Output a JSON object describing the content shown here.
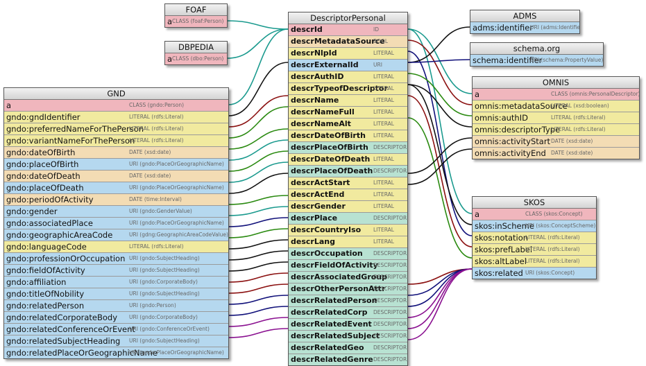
{
  "colors": {
    "class": "#f0b6bd",
    "literal": "#f1ea9f",
    "date": "#f3dcb4",
    "uri": "#b5d8ef",
    "descriptor": "#b8e2d2",
    "bool": "#f3dcb4",
    "id": "#f0b6bd",
    "link_teal": "#1a9a8e",
    "link_black": "#111111",
    "link_darkred": "#8b1010",
    "link_navy": "#10107a",
    "link_green": "#2a8a10",
    "link_purple": "#8a1090"
  },
  "entities": [
    {
      "key": "foaf",
      "title": "FOAF",
      "rows": [
        {
          "name": "a",
          "type": "CLASS (foaf:Person)",
          "kind": "class"
        }
      ]
    },
    {
      "key": "dbpedia",
      "title": "DBPEDIA",
      "rows": [
        {
          "name": "a",
          "type": "CLASS (dbo:Person)",
          "kind": "class"
        }
      ]
    },
    {
      "key": "gnd",
      "title": "GND",
      "rows": [
        {
          "name": "a",
          "type": "CLASS (gndo:Person)",
          "kind": "class"
        },
        {
          "name": "gndo:gndIdentifier",
          "type": "LITERAL (rdfs:Literal)",
          "kind": "literal"
        },
        {
          "name": "gndo:preferredNameForThePerson",
          "type": "LITERAL (rdfs:Literal)",
          "kind": "literal"
        },
        {
          "name": "gndo:variantNameForThePerson",
          "type": "LITERAL (rdfs:Literal)",
          "kind": "literal"
        },
        {
          "name": "gndo:dateOfBirth",
          "type": "DATE (xsd:date)",
          "kind": "date"
        },
        {
          "name": "gndo:placeOfBirth",
          "type": "URI (gndo:PlaceOrGeographicName)",
          "kind": "uri"
        },
        {
          "name": "gndo:dateOfDeath",
          "type": "DATE (xsd:date)",
          "kind": "date"
        },
        {
          "name": "gndo:placeOfDeath",
          "type": "URI (gndo:PlaceOrGeographicName)",
          "kind": "uri"
        },
        {
          "name": "gndo:periodOfActivity",
          "type": "DATE (time:Interval)",
          "kind": "date"
        },
        {
          "name": "gndo:gender",
          "type": "URI (gndo:GenderValue)",
          "kind": "uri"
        },
        {
          "name": "gndo:associatedPlace",
          "type": "URI (gndo:PlaceOrGeographicName)",
          "kind": "uri"
        },
        {
          "name": "gndo:geographicAreaCode",
          "type": "URI (gdng:GeographicAreaCodeValue)",
          "kind": "uri"
        },
        {
          "name": "gndo:languageCode",
          "type": "LITERAL (rdfs:Literal)",
          "kind": "literal"
        },
        {
          "name": "gndo:professionOrOccupation",
          "type": "URI (gndo:SubjectHeading)",
          "kind": "uri"
        },
        {
          "name": "gndo:fieldOfActivity",
          "type": "URI (gndo:SubjectHeading)",
          "kind": "uri"
        },
        {
          "name": "gndo:affiliation",
          "type": "URI (gndo:CorporateBody)",
          "kind": "uri"
        },
        {
          "name": "gndo:titleOfNobility",
          "type": "URI (gndo:SubjectHeading)",
          "kind": "uri"
        },
        {
          "name": "gndo:relatedPerson",
          "type": "URI (gndo:Person)",
          "kind": "uri"
        },
        {
          "name": "gndo:relatedCorporateBody",
          "type": "URI (gndo:CorporateBody)",
          "kind": "uri"
        },
        {
          "name": "gndo:relatedConferenceOrEvent",
          "type": "URI (gndo:ConferenceOrEvent)",
          "kind": "uri"
        },
        {
          "name": "gndo:relatedSubjectHeading",
          "type": "URI (gndo:SubjectHeading)",
          "kind": "uri"
        },
        {
          "name": "gndo:relatedPlaceOrGeographicName",
          "type": "URI (gndo:PlaceOrGeographicName)",
          "kind": "uri"
        }
      ]
    },
    {
      "key": "descriptor",
      "title": "DescriptorPersonal",
      "rows": [
        {
          "name": "descrId",
          "type": "ID",
          "kind": "id"
        },
        {
          "name": "descrMetadataSource",
          "type": "BOOL",
          "kind": "bool"
        },
        {
          "name": "descrNlpId",
          "type": "LITERAL",
          "kind": "literal"
        },
        {
          "name": "descrExternalId",
          "type": "URI",
          "kind": "uri"
        },
        {
          "name": "descrAuthID",
          "type": "LITERAL",
          "kind": "literal"
        },
        {
          "name": "descrTypeofDescriptor",
          "type": "LITERAL",
          "kind": "literal"
        },
        {
          "name": "descrName",
          "type": "LITERAL",
          "kind": "literal"
        },
        {
          "name": "descrNameFull",
          "type": "LITERAL",
          "kind": "literal"
        },
        {
          "name": "descrNameAlt",
          "type": "LITERAL",
          "kind": "literal"
        },
        {
          "name": "descrDateOfBirth",
          "type": "LITERAL",
          "kind": "literal"
        },
        {
          "name": "descrPlaceOfBirth",
          "type": "DESCRIPTOR",
          "kind": "descriptor"
        },
        {
          "name": "descrDateOfDeath",
          "type": "LITERAL",
          "kind": "literal"
        },
        {
          "name": "descrPlaceOfDeath",
          "type": "DESCRIPTOR",
          "kind": "descriptor"
        },
        {
          "name": "descrActStart",
          "type": "LITERAL",
          "kind": "literal"
        },
        {
          "name": "descrActEnd",
          "type": "LITERAL",
          "kind": "literal"
        },
        {
          "name": "descrGender",
          "type": "LITERAL",
          "kind": "literal"
        },
        {
          "name": "descrPlace",
          "type": "DESCRIPTOR",
          "kind": "descriptor"
        },
        {
          "name": "descrCountryIso",
          "type": "LITERAL",
          "kind": "literal"
        },
        {
          "name": "descrLang",
          "type": "LITERAL",
          "kind": "literal"
        },
        {
          "name": "descrOccupation",
          "type": "DESCRIPTOR",
          "kind": "descriptor"
        },
        {
          "name": "descrFieldOfActivity",
          "type": "DESCRIPTOR",
          "kind": "descriptor"
        },
        {
          "name": "descrAssociatedGroup",
          "type": "DESCRIPTOR",
          "kind": "descriptor"
        },
        {
          "name": "descrOtherPersonAttr",
          "type": "DESCRIPTOR",
          "kind": "descriptor"
        },
        {
          "name": "descrRelatedPerson",
          "type": "DESCRIPTOR",
          "kind": "descriptor"
        },
        {
          "name": "descrRelatedCorp",
          "type": "DESCRIPTOR",
          "kind": "descriptor"
        },
        {
          "name": "descrRelatedEvent",
          "type": "DESCRIPTOR",
          "kind": "descriptor"
        },
        {
          "name": "descrRelatedSubject",
          "type": "DESCRIPTOR",
          "kind": "descriptor"
        },
        {
          "name": "descrRelatedGeo",
          "type": "DESCRIPTOR",
          "kind": "descriptor"
        },
        {
          "name": "descrRelatedGenre",
          "type": "DESCRIPTOR",
          "kind": "descriptor"
        }
      ]
    },
    {
      "key": "adms",
      "title": "ADMS",
      "rows": [
        {
          "name": "adms:identifier",
          "type": "URI (adms:Identifier)",
          "kind": "uri"
        }
      ]
    },
    {
      "key": "schema",
      "title": "schema.org",
      "rows": [
        {
          "name": "schema:identifier",
          "type": "URI (schema:PropertyValue)",
          "kind": "uri"
        }
      ]
    },
    {
      "key": "omnis",
      "title": "OMNIS",
      "rows": [
        {
          "name": "a",
          "type": "CLASS (omnis:PersonalDescriptor)",
          "kind": "class"
        },
        {
          "name": "omnis:metadataSource",
          "type": "LITERAL (xsd:boolean)",
          "kind": "literal"
        },
        {
          "name": "omnis:authID",
          "type": "LITERAL (rdfs:Literal)",
          "kind": "literal"
        },
        {
          "name": "omnis:descriptorType",
          "type": "LITERAL (rdfs:Literal)",
          "kind": "literal"
        },
        {
          "name": "omnis:activityStart",
          "type": "DATE (xsd:date)",
          "kind": "date"
        },
        {
          "name": "omnis:activityEnd",
          "type": "DATE (xsd:date)",
          "kind": "date"
        }
      ]
    },
    {
      "key": "skos",
      "title": "SKOS",
      "rows": [
        {
          "name": "a",
          "type": "CLASS (skos:Concept)",
          "kind": "class"
        },
        {
          "name": "skos:inScheme",
          "type": "URI (skos:ConceptScheme)",
          "kind": "uri"
        },
        {
          "name": "skos:notation",
          "type": "LITERAL (rdfs:Literal)",
          "kind": "literal"
        },
        {
          "name": "skos:prefLabel",
          "type": "LITERAL (rdfs:Literal)",
          "kind": "literal"
        },
        {
          "name": "skos:altLabel",
          "type": "LITERAL (rdfs:Literal)",
          "kind": "literal"
        },
        {
          "name": "skos:related",
          "type": "URI (skos:Concept)",
          "kind": "uri"
        }
      ]
    }
  ],
  "links": [
    {
      "from": [
        "descriptor",
        0
      ],
      "to": [
        "foaf",
        0
      ],
      "color": "link_teal"
    },
    {
      "from": [
        "descriptor",
        0
      ],
      "to": [
        "dbpedia",
        0
      ],
      "color": "link_teal"
    },
    {
      "from": [
        "descriptor",
        0
      ],
      "to": [
        "gnd",
        0
      ],
      "color": "link_teal"
    },
    {
      "from": [
        "descriptor",
        0
      ],
      "to": [
        "omnis",
        0
      ],
      "color": "link_teal"
    },
    {
      "from": [
        "descriptor",
        0
      ],
      "to": [
        "skos",
        0
      ],
      "color": "link_teal"
    },
    {
      "from": [
        "descriptor",
        1
      ],
      "to": [
        "omnis",
        1
      ],
      "color": "link_darkred"
    },
    {
      "from": [
        "descriptor",
        2
      ],
      "to": [
        "skos",
        2
      ],
      "color": "link_navy"
    },
    {
      "from": [
        "descriptor",
        3
      ],
      "to": [
        "adms",
        0
      ],
      "color": "link_black"
    },
    {
      "from": [
        "descriptor",
        3
      ],
      "to": [
        "schema",
        0
      ],
      "color": "link_navy"
    },
    {
      "from": [
        "descriptor",
        3
      ],
      "to": [
        "gnd",
        1
      ],
      "color": "link_black"
    },
    {
      "from": [
        "descriptor",
        4
      ],
      "to": [
        "omnis",
        2
      ],
      "color": "link_green"
    },
    {
      "from": [
        "descriptor",
        5
      ],
      "to": [
        "omnis",
        3
      ],
      "color": "link_black"
    },
    {
      "from": [
        "descriptor",
        5
      ],
      "to": [
        "skos",
        1
      ],
      "color": "link_black"
    },
    {
      "from": [
        "descriptor",
        6
      ],
      "to": [
        "gnd",
        2
      ],
      "color": "link_darkred"
    },
    {
      "from": [
        "descriptor",
        6
      ],
      "to": [
        "skos",
        3
      ],
      "color": "link_darkred"
    },
    {
      "from": [
        "descriptor",
        7
      ],
      "to": [
        "gnd",
        3
      ],
      "color": "link_green"
    },
    {
      "from": [
        "descriptor",
        8
      ],
      "to": [
        "skos",
        4
      ],
      "color": "link_green"
    },
    {
      "from": [
        "descriptor",
        9
      ],
      "to": [
        "gnd",
        4
      ],
      "color": "link_green"
    },
    {
      "from": [
        "descriptor",
        10
      ],
      "to": [
        "gnd",
        5
      ],
      "color": "link_teal"
    },
    {
      "from": [
        "descriptor",
        11
      ],
      "to": [
        "gnd",
        6
      ],
      "color": "link_green"
    },
    {
      "from": [
        "descriptor",
        12
      ],
      "to": [
        "gnd",
        7
      ],
      "color": "link_teal"
    },
    {
      "from": [
        "descriptor",
        13
      ],
      "to": [
        "omnis",
        4
      ],
      "color": "link_black"
    },
    {
      "from": [
        "descriptor",
        13
      ],
      "to": [
        "gnd",
        8
      ],
      "color": "link_black"
    },
    {
      "from": [
        "descriptor",
        14
      ],
      "to": [
        "omnis",
        5
      ],
      "color": "link_black"
    },
    {
      "from": [
        "descriptor",
        15
      ],
      "to": [
        "gnd",
        9
      ],
      "color": "link_green"
    },
    {
      "from": [
        "descriptor",
        16
      ],
      "to": [
        "gnd",
        10
      ],
      "color": "link_teal"
    },
    {
      "from": [
        "descriptor",
        17
      ],
      "to": [
        "gnd",
        11
      ],
      "color": "link_navy"
    },
    {
      "from": [
        "descriptor",
        18
      ],
      "to": [
        "gnd",
        12
      ],
      "color": "link_green"
    },
    {
      "from": [
        "descriptor",
        19
      ],
      "to": [
        "gnd",
        13
      ],
      "color": "link_black"
    },
    {
      "from": [
        "descriptor",
        20
      ],
      "to": [
        "gnd",
        14
      ],
      "color": "link_black"
    },
    {
      "from": [
        "descriptor",
        21
      ],
      "to": [
        "gnd",
        15
      ],
      "color": "link_black"
    },
    {
      "from": [
        "descriptor",
        22
      ],
      "to": [
        "gnd",
        16
      ],
      "color": "link_darkred"
    },
    {
      "from": [
        "descriptor",
        23
      ],
      "to": [
        "gnd",
        17
      ],
      "color": "link_darkred"
    },
    {
      "from": [
        "descriptor",
        23
      ],
      "to": [
        "skos",
        5
      ],
      "color": "link_darkred"
    },
    {
      "from": [
        "descriptor",
        24
      ],
      "to": [
        "gnd",
        18
      ],
      "color": "link_navy"
    },
    {
      "from": [
        "descriptor",
        24
      ],
      "to": [
        "skos",
        5
      ],
      "color": "link_navy"
    },
    {
      "from": [
        "descriptor",
        25
      ],
      "to": [
        "gnd",
        19
      ],
      "color": "link_navy"
    },
    {
      "from": [
        "descriptor",
        25
      ],
      "to": [
        "skos",
        5
      ],
      "color": "link_navy"
    },
    {
      "from": [
        "descriptor",
        26
      ],
      "to": [
        "gnd",
        20
      ],
      "color": "link_purple"
    },
    {
      "from": [
        "descriptor",
        26
      ],
      "to": [
        "skos",
        5
      ],
      "color": "link_purple"
    },
    {
      "from": [
        "descriptor",
        27
      ],
      "to": [
        "gnd",
        21
      ],
      "color": "link_purple"
    },
    {
      "from": [
        "descriptor",
        27
      ],
      "to": [
        "skos",
        5
      ],
      "color": "link_purple"
    },
    {
      "from": [
        "descriptor",
        28
      ],
      "to": [
        "skos",
        5
      ],
      "color": "link_purple"
    }
  ]
}
